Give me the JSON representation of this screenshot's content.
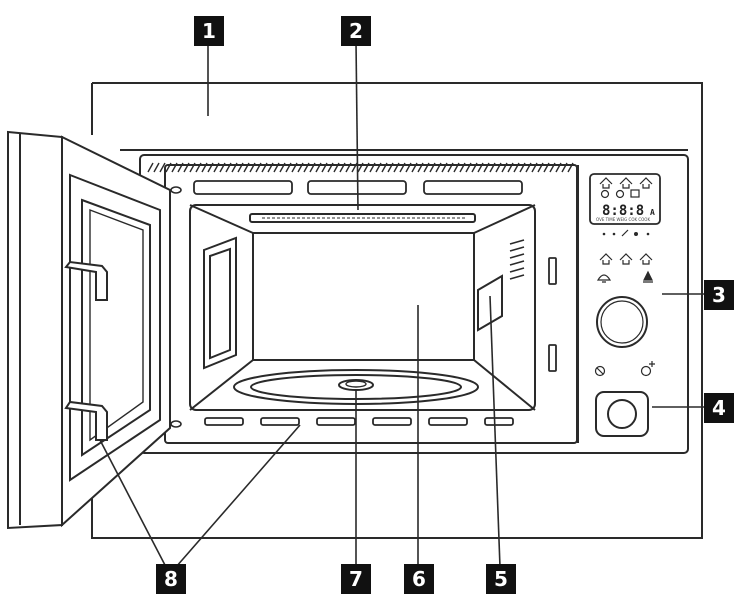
{
  "display": {
    "digits": "8:8:8",
    "suffix": "A",
    "mode_strip": "OVE TIME WEIG COK COOK"
  },
  "callouts": [
    {
      "id": "1",
      "label": "1"
    },
    {
      "id": "2",
      "label": "2"
    },
    {
      "id": "3",
      "label": "3"
    },
    {
      "id": "4",
      "label": "4"
    },
    {
      "id": "5",
      "label": "5"
    },
    {
      "id": "6",
      "label": "6"
    },
    {
      "id": "7",
      "label": "7"
    },
    {
      "id": "8",
      "label": "8"
    }
  ],
  "colors": {
    "line": "#2a2a2a",
    "callout_bg": "#111111",
    "callout_fg": "#ffffff",
    "panel_fill": "#ffffff"
  }
}
